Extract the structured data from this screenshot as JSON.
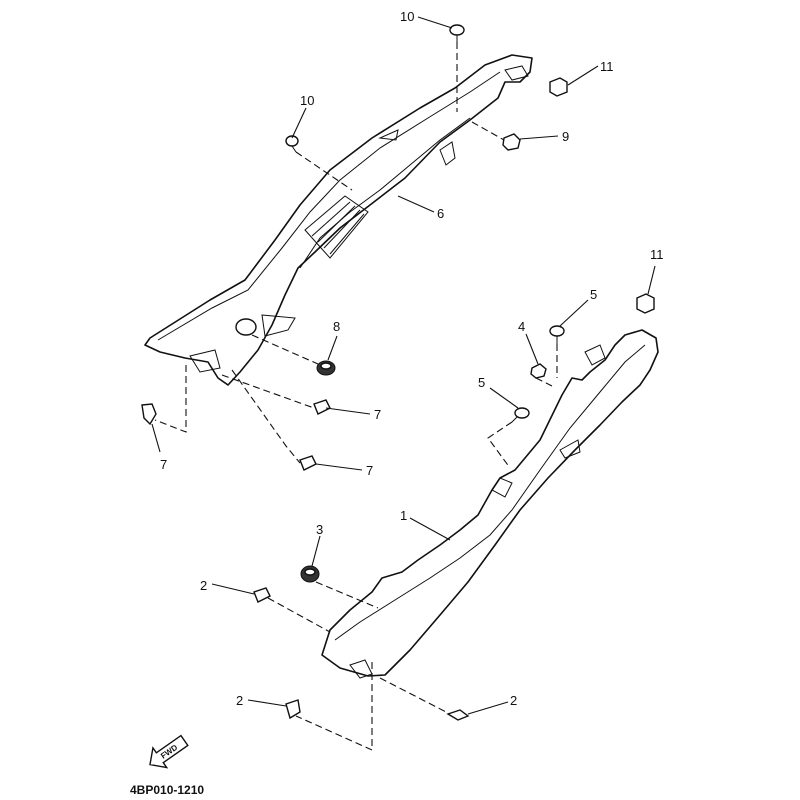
{
  "callouts": {
    "c10_top": "10",
    "c11_top": "11",
    "c10_mid": "10",
    "c9": "9",
    "c6": "6",
    "c11_mid": "11",
    "c5_top": "5",
    "c8": "8",
    "c4": "4",
    "c5_mid": "5",
    "c7_a": "7",
    "c7_b": "7",
    "c7_c": "7",
    "c1": "1",
    "c3": "3",
    "c2_a": "2",
    "c2_b": "2",
    "c2_c": "2"
  },
  "fwd_label": "FWD",
  "drawing_code": "4BP010-1210"
}
